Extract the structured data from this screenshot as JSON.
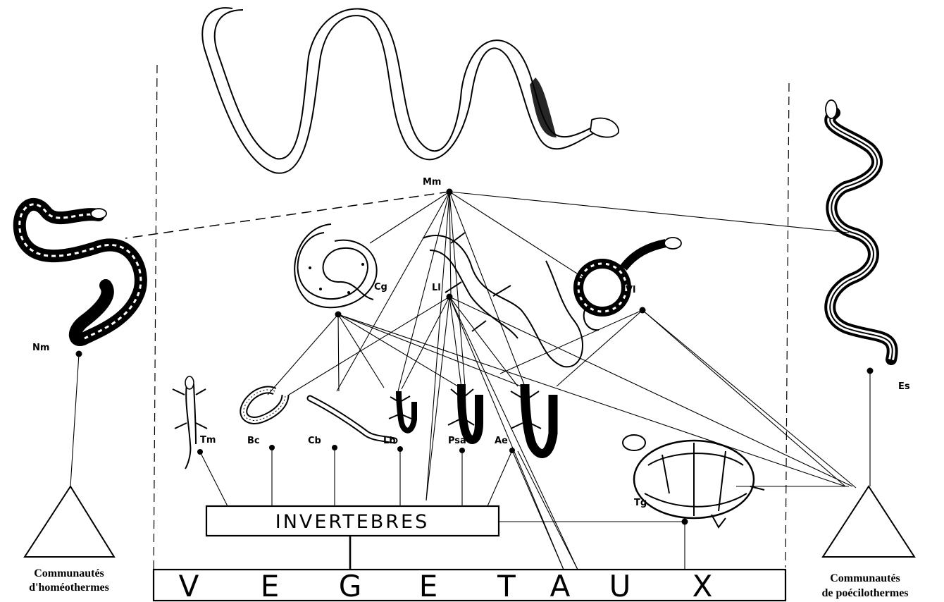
{
  "species": {
    "mm": "Mm",
    "nm": "Nm",
    "es": "Es",
    "cg": "Cg",
    "ll": "Ll",
    "vl": "Vl",
    "tm": "Tm",
    "bc": "Bc",
    "cb": "Cb",
    "lb": "Lb",
    "psa": "Psa",
    "ae": "Ae",
    "tg": "Tg"
  },
  "boxes": {
    "invertebres": "INVERTEBRES",
    "vegetaux": [
      "V",
      "E",
      "G",
      "E",
      "T",
      "A",
      "U",
      "X"
    ]
  },
  "captions": {
    "left": [
      "Communautés",
      "d'homéothermes"
    ],
    "right": [
      "Communautés",
      "de poécilothermes"
    ]
  },
  "illustrations": [
    "snake",
    "snake",
    "snake",
    "snake",
    "lizard",
    "snake",
    "gecko",
    "worm-lizard",
    "skink",
    "lizard",
    "lizard",
    "lizard",
    "tortoise"
  ]
}
